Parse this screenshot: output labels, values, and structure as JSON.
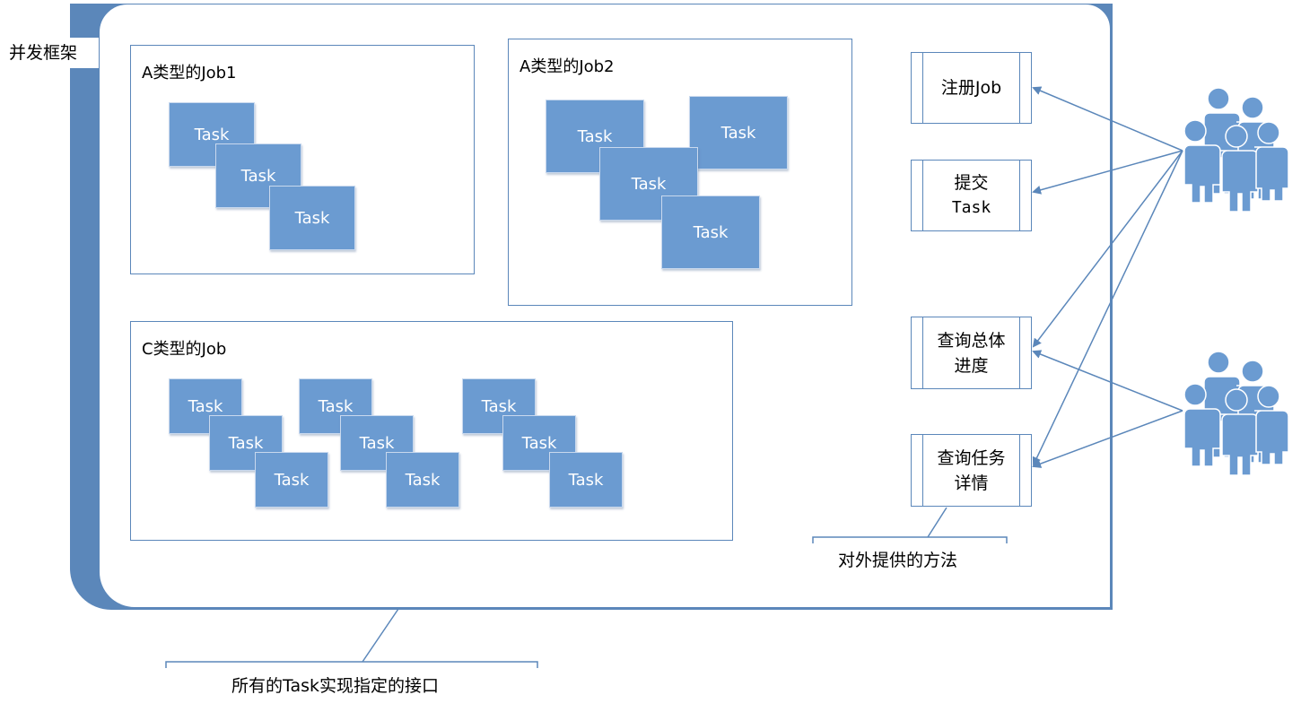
{
  "framework": {
    "label": "并发框架"
  },
  "jobs": [
    {
      "title": "A类型的Job1",
      "tasks": [
        "Task",
        "Task",
        "Task"
      ]
    },
    {
      "title": "A类型的Job2",
      "tasks": [
        "Task",
        "Task",
        "Task",
        "Task"
      ]
    },
    {
      "title": "C类型的Job",
      "tasks": [
        "Task",
        "Task",
        "Task",
        "Task",
        "Task",
        "Task",
        "Task",
        "Task",
        "Task"
      ]
    }
  ],
  "methods": [
    {
      "line1": "注册Job",
      "line2": ""
    },
    {
      "line1": "提交",
      "line2": "Task"
    },
    {
      "line1": "查询总体",
      "line2": "进度"
    },
    {
      "line1": "查询任务",
      "line2": "详情"
    }
  ],
  "captions": {
    "methods_note": "对外提供的方法",
    "interface_note": "所有的Task实现指定的接口"
  },
  "icons": {
    "users_top": "users-group-icon",
    "users_bottom": "users-group-icon"
  },
  "colors": {
    "frame": "#5b87ba",
    "task_fill": "#6b9bd1",
    "arrow": "#5b87ba"
  }
}
